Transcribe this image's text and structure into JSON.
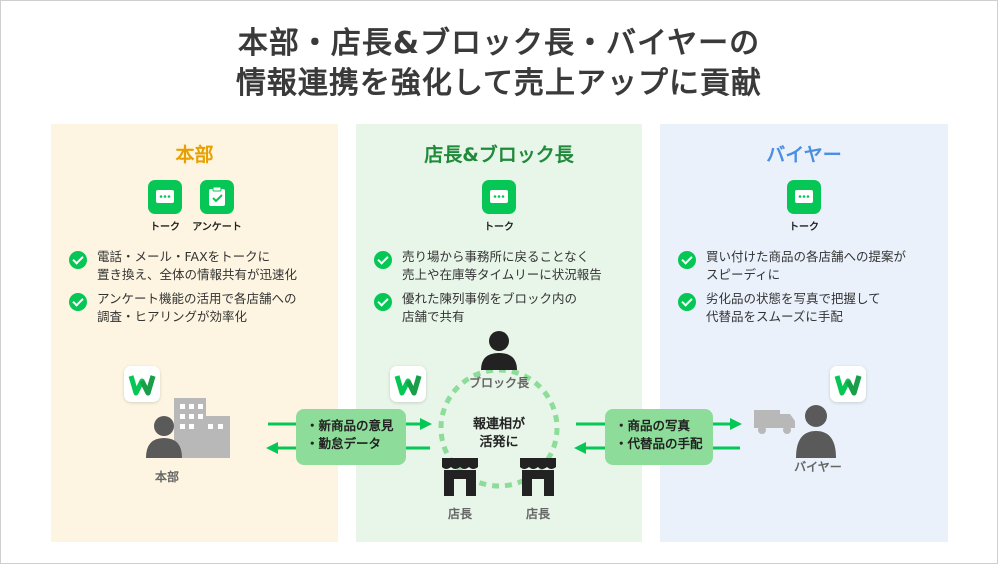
{
  "title": {
    "line1": "本部・店長&ブロック長・バイヤーの",
    "line2": "情報連携を強化して売上アップに貢献"
  },
  "panels": {
    "hq": {
      "title": "本部",
      "title_color": "#e8a000",
      "apps": [
        {
          "label": "トーク",
          "icon": "chat-icon"
        },
        {
          "label": "アンケート",
          "icon": "survey-icon"
        }
      ],
      "points": [
        "電話・メール・FAXをトークに\n置き換え、全体の情報共有が迅速化",
        "アンケート機能の活用で各店舗への\n調査・ヒアリングが効率化"
      ],
      "caption": "本部"
    },
    "store": {
      "title": "店長&ブロック長",
      "title_color": "#1f8a3a",
      "apps": [
        {
          "label": "トーク",
          "icon": "chat-icon"
        }
      ],
      "points": [
        "売り場から事務所に戻ることなく\n売上や在庫等タイムリーに状況報告",
        "優れた陳列事例をブロック内の\n店舗で共有"
      ],
      "block_caption": "ブロック長",
      "center": "報連相が\n活発に",
      "store_caption_1": "店長",
      "store_caption_2": "店長"
    },
    "buyer": {
      "title": "バイヤー",
      "title_color": "#4a8fe0",
      "apps": [
        {
          "label": "トーク",
          "icon": "chat-icon"
        }
      ],
      "points": [
        "買い付けた商品の各店舗への提案が\nスピーディに",
        "劣化品の状態を写真で把握して\n代替品をスムーズに手配"
      ],
      "caption": "バイヤー"
    }
  },
  "flows": {
    "left": "・新商品の意見\n・勤怠データ",
    "right": "・商品の写真\n・代替品の手配"
  },
  "colors": {
    "green": "#06c755",
    "box_green": "#8ddc9a",
    "gray_icon": "#5a5a5a",
    "light_gray": "#b8b8b8"
  }
}
